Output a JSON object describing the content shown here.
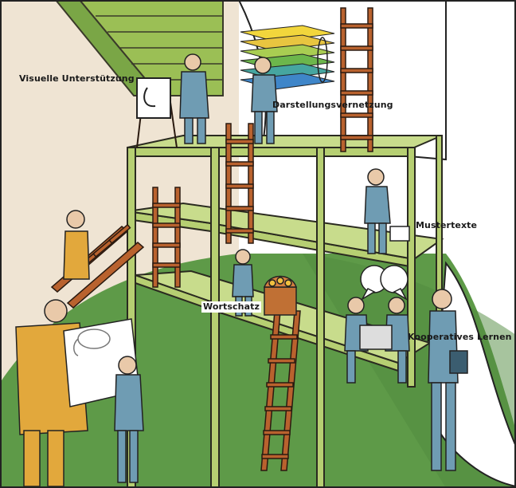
{
  "labels": {
    "visuelle": "Visuelle Unterstützung",
    "darstellung": "Darstellungsvernetzung",
    "muster": "Mustertexte",
    "wortschatz": "Wortschatz",
    "koop": "Kooperatives Lernen"
  },
  "colors": {
    "background_paper": "#efe4d3",
    "floor_green": "#5e9a48",
    "frame_green": "#b6cf72",
    "ladder_brown": "#b9622e",
    "figure_blue": "#6f9cb3",
    "figure_yellow": "#e2a83c"
  }
}
